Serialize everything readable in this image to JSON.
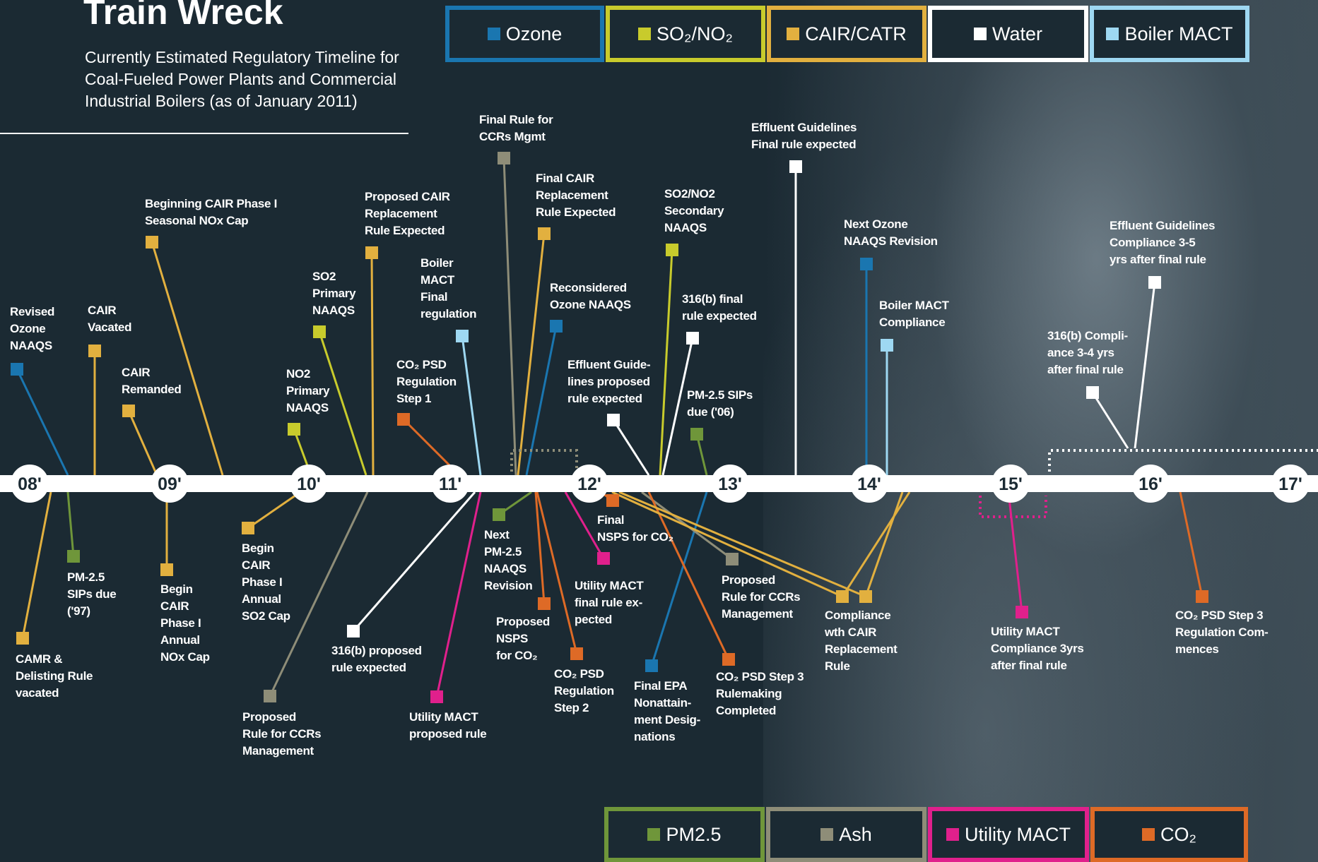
{
  "title": "Train Wreck",
  "subtitle": "Currently Estimated Regulatory Timeline for Coal-Fueled Power Plants and Commercial Industrial Boilers (as of January 2011)",
  "colors": {
    "ozone": "#1a76b0",
    "so2no2": "#c8cb2c",
    "cair": "#e2b03f",
    "water": "#ffffff",
    "boiler": "#9ed8f2",
    "pm25": "#6f963a",
    "ash": "#8e8d78",
    "utility": "#e0208c",
    "co2": "#de6a26",
    "background": "#1b2a33"
  },
  "legend_top": [
    {
      "key": "ozone",
      "label": "Ozone"
    },
    {
      "key": "so2no2",
      "label": "SO₂/NO₂"
    },
    {
      "key": "cair",
      "label": "CAIR/CATR"
    },
    {
      "key": "water",
      "label": "Water"
    },
    {
      "key": "boiler",
      "label": "Boiler MACT"
    }
  ],
  "legend_bottom": [
    {
      "key": "pm25",
      "label": "PM2.5"
    },
    {
      "key": "ash",
      "label": "Ash"
    },
    {
      "key": "utility",
      "label": "Utility MACT"
    },
    {
      "key": "co2",
      "label": "CO₂"
    }
  ],
  "years": [
    "08'",
    "09'",
    "10'",
    "11'",
    "12'",
    "13'",
    "14'",
    "15'",
    "16'",
    "17'"
  ],
  "events": [
    {
      "label": "Revised\nOzone\nNAAQS",
      "cat": "ozone"
    },
    {
      "label": "CAIR\nVacated",
      "cat": "cair"
    },
    {
      "label": "CAIR\nRemanded",
      "cat": "cair"
    },
    {
      "label": "Beginning CAIR Phase I\nSeasonal NOx Cap",
      "cat": "cair"
    },
    {
      "label": "SO2\nPrimary\nNAAQS",
      "cat": "so2no2"
    },
    {
      "label": "NO2\nPrimary\nNAAQS",
      "cat": "so2no2"
    },
    {
      "label": "Proposed CAIR\nReplacement\nRule Expected",
      "cat": "cair"
    },
    {
      "label": "Boiler\nMACT\nFinal\nregulation",
      "cat": "boiler"
    },
    {
      "label": "CO₂ PSD\nRegulation\nStep 1",
      "cat": "co2"
    },
    {
      "label": "Final Rule for\nCCRs Mgmt",
      "cat": "ash"
    },
    {
      "label": "Final CAIR\nReplacement\nRule Expected",
      "cat": "cair"
    },
    {
      "label": "Reconsidered\nOzone NAAQS",
      "cat": "ozone"
    },
    {
      "label": "Effluent Guide-\nlines proposed\nrule expected",
      "cat": "water"
    },
    {
      "label": "SO2/NO2\nSecondary\nNAAQS",
      "cat": "so2no2"
    },
    {
      "label": "316(b) final\nrule expected",
      "cat": "water"
    },
    {
      "label": "PM-2.5 SIPs\ndue ('06)",
      "cat": "pm25"
    },
    {
      "label": "Effluent Guidelines\nFinal rule expected",
      "cat": "water"
    },
    {
      "label": "Next Ozone\nNAAQS Revision",
      "cat": "ozone"
    },
    {
      "label": "Boiler MACT\nCompliance",
      "cat": "boiler"
    },
    {
      "label": "Effluent Guidelines\nCompliance 3-5\nyrs after final rule",
      "cat": "water"
    },
    {
      "label": "316(b) Compli-\nance 3-4 yrs\nafter final rule",
      "cat": "water"
    },
    {
      "label": "CAMR &\nDelisting Rule\nvacated",
      "cat": "cair"
    },
    {
      "label": "PM-2.5\nSIPs due\n('97)",
      "cat": "pm25"
    },
    {
      "label": "Begin\nCAIR\nPhase I\nAnnual\nNOx Cap",
      "cat": "cair"
    },
    {
      "label": "Begin\nCAIR\nPhase I\nAnnual\nSO2 Cap",
      "cat": "cair"
    },
    {
      "label": "Proposed\nRule for CCRs\nManagement",
      "cat": "ash"
    },
    {
      "label": "316(b) proposed\nrule expected",
      "cat": "water"
    },
    {
      "label": "Utility MACT\nproposed rule",
      "cat": "utility"
    },
    {
      "label": "Next\nPM-2.5\nNAAQS\nRevision",
      "cat": "pm25"
    },
    {
      "label": "Proposed\nNSPS\nfor CO₂",
      "cat": "co2"
    },
    {
      "label": "CO₂ PSD\nRegulation\nStep 2",
      "cat": "co2"
    },
    {
      "label": "Final\nNSPS for CO₂",
      "cat": "co2"
    },
    {
      "label": "Utility MACT\nfinal rule ex-\npected",
      "cat": "utility"
    },
    {
      "label": "Final EPA\nNonattain-\nment Desig-\nnations",
      "cat": "ozone"
    },
    {
      "label": "Proposed\nRule for CCRs\nManagement",
      "cat": "ash"
    },
    {
      "label": "CO₂ PSD Step 3\nRulemaking\nCompleted",
      "cat": "co2"
    },
    {
      "label": "Compliance\nwth CAIR\nReplacement\nRule",
      "cat": "cair"
    },
    {
      "label": "Utility MACT\nCompliance 3yrs\nafter final rule",
      "cat": "utility"
    },
    {
      "label": "CO₂ PSD Step 3\nRegulation Com-\nmences",
      "cat": "co2"
    }
  ]
}
